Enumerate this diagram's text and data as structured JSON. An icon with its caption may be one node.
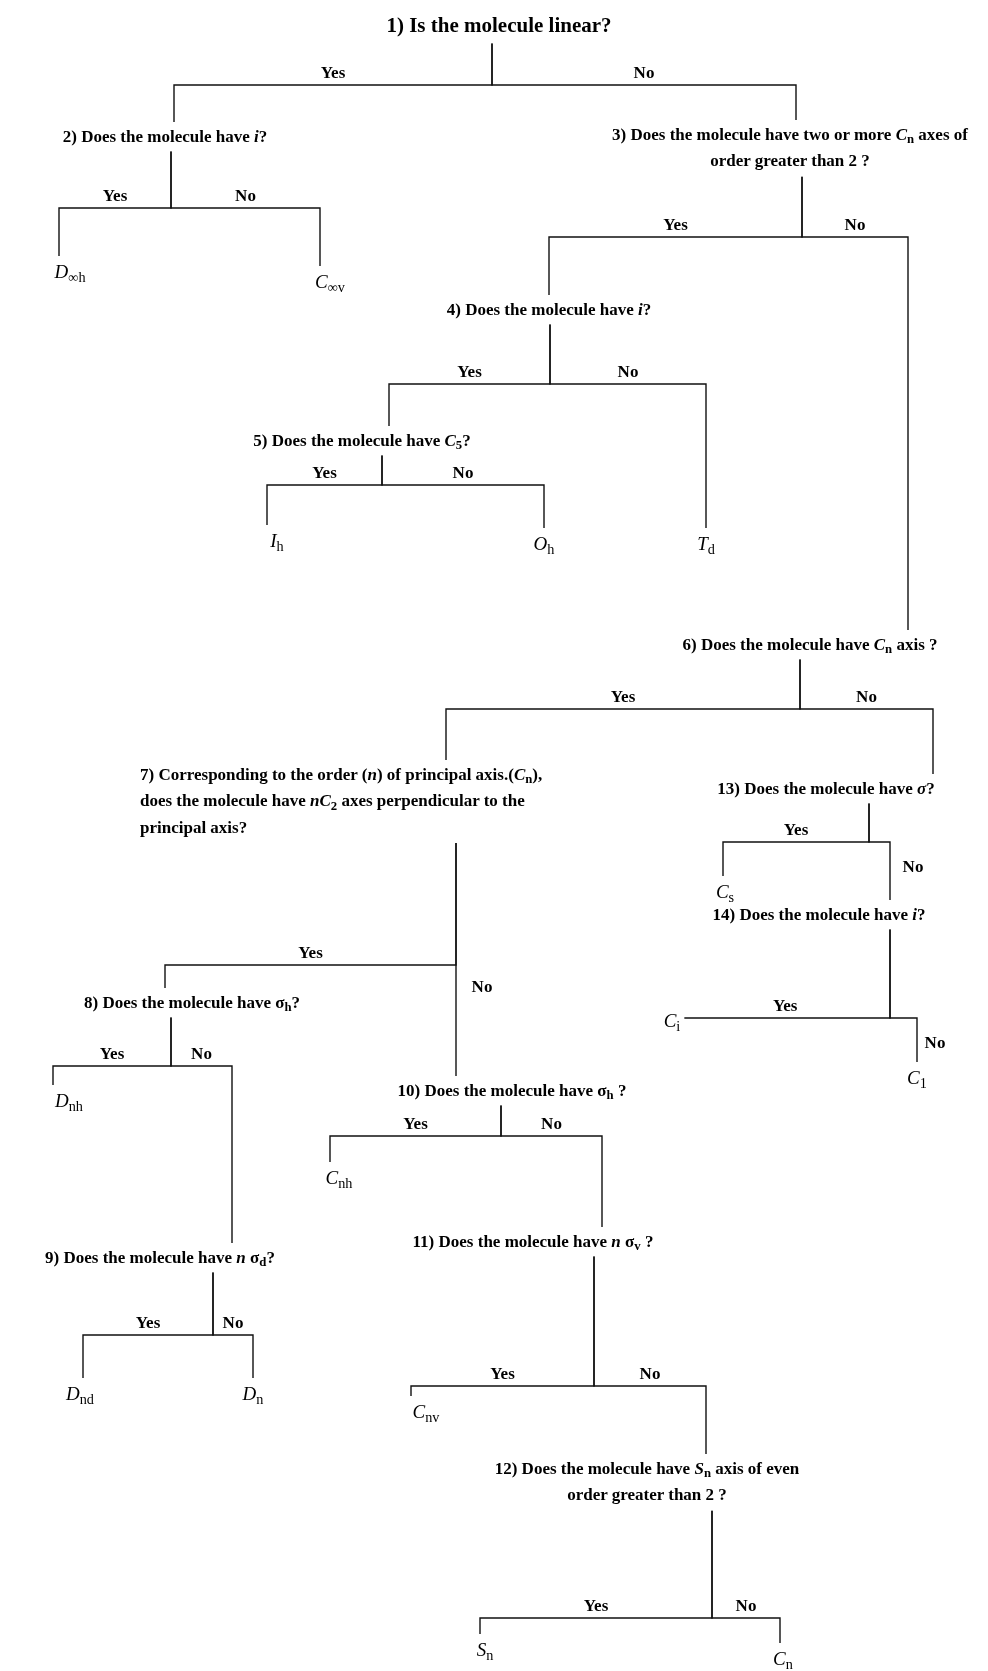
{
  "diagram": {
    "nodes": [
      {
        "text": [
          "1) Is the molecule linear?"
        ]
      },
      {
        "text": [
          "2) Does the molecule have *i*?"
        ]
      },
      {
        "text": [
          "3) Does the molecule have two or more *C*$_{n}$ axes of order greater than 2 ?"
        ]
      },
      {
        "text": [
          "*D*$_{∞h}$"
        ]
      },
      {
        "text": [
          "*C*$_{∞v}$"
        ]
      },
      {
        "text": [
          "4) Does the molecule have *i*?"
        ]
      },
      {
        "text": [
          "5) Does the molecule have *C*$_{5}$?"
        ]
      },
      {
        "text": [
          "*I*$_{h}$"
        ]
      },
      {
        "text": [
          "*O*$_{h}$"
        ]
      },
      {
        "text": [
          "*T*$_{d}$"
        ]
      },
      {
        "text": [
          "6) Does the molecule have *C*$_{n}$ axis ?"
        ]
      },
      {
        "text": [
          "7) Corresponding to the order (*n*) of principal axis.(*C*$_{n}$), does the molecule have *nC*$_{2}$ axes perpendicular to the principal axis?"
        ]
      },
      {
        "text": [
          "13) Does the molecule have *σ*?"
        ]
      },
      {
        "text": [
          "*C*$_{s}$"
        ]
      },
      {
        "text": [
          "14) Does the molecule have *i*?"
        ]
      },
      {
        "text": [
          "8) Does the molecule have σ$_{h}$?"
        ]
      },
      {
        "text": [
          "*C*$_{i}$"
        ]
      },
      {
        "text": [
          "*C*$_{1}$"
        ]
      },
      {
        "text": [
          "*D*$_{nh}$"
        ]
      },
      {
        "text": [
          "10) Does the molecule have σ$_{h}$ ?"
        ]
      },
      {
        "text": [
          "*C*$_{nh}$"
        ]
      },
      {
        "text": [
          "9) Does the molecule have *n* σ$_{d}$?"
        ]
      },
      {
        "text": [
          "11) Does the molecule have *n* σ$_{v}$ ?"
        ]
      },
      {
        "text": [
          "*D*$_{nd}$"
        ]
      },
      {
        "text": [
          "*D*$_{n}$"
        ]
      },
      {
        "text": [
          "*C*$_{nv}$"
        ]
      },
      {
        "text": [
          "12) Does the molecule have *S*$_{n}$ axis of even order greater than 2 ?"
        ]
      },
      {
        "text": [
          "*S*$_{n}$"
        ]
      },
      {
        "text": [
          "*C*$_{n}$"
        ]
      }
    ],
    "edges": [
      {
        "from": 0,
        "to": 1,
        "arrow": "none",
        "label": "Yes"
      },
      {
        "from": 0,
        "to": 2,
        "arrow": "none",
        "label": "No"
      },
      {
        "from": 1,
        "to": 3,
        "arrow": "none",
        "label": "Yes"
      },
      {
        "from": 1,
        "to": 4,
        "arrow": "none",
        "label": "No"
      },
      {
        "from": 2,
        "to": 5,
        "arrow": "none",
        "label": "Yes"
      },
      {
        "from": 2,
        "to": 10,
        "arrow": "none",
        "label": "No"
      },
      {
        "from": 5,
        "to": 6,
        "arrow": "none",
        "label": "Yes"
      },
      {
        "from": 5,
        "to": 9,
        "arrow": "none",
        "label": "No"
      },
      {
        "from": 6,
        "to": 7,
        "arrow": "none",
        "label": "Yes"
      },
      {
        "from": 6,
        "to": 8,
        "arrow": "none",
        "label": "No"
      },
      {
        "from": 10,
        "to": 11,
        "arrow": "none",
        "label": "Yes"
      },
      {
        "from": 10,
        "to": 12,
        "arrow": "none",
        "label": "No"
      },
      {
        "from": 11,
        "to": 15,
        "arrow": "none",
        "label": "Yes"
      },
      {
        "from": 11,
        "to": 19,
        "arrow": "none",
        "label": "No"
      },
      {
        "from": 12,
        "to": 13,
        "arrow": "none",
        "label": "Yes"
      },
      {
        "from": 12,
        "to": 14,
        "arrow": "none",
        "label": "No"
      },
      {
        "from": 14,
        "to": 16,
        "arrow": "none",
        "label": "Yes"
      },
      {
        "from": 14,
        "to": 17,
        "arrow": "none",
        "label": "No"
      },
      {
        "from": 15,
        "to": 18,
        "arrow": "none",
        "label": "Yes"
      },
      {
        "from": 15,
        "to": 21,
        "arrow": "none",
        "label": "No"
      },
      {
        "from": 19,
        "to": 20,
        "arrow": "none",
        "label": "Yes"
      },
      {
        "from": 19,
        "to": 22,
        "arrow": "none",
        "label": "No"
      },
      {
        "from": 21,
        "to": 23,
        "arrow": "none",
        "label": "Yes"
      },
      {
        "from": 21,
        "to": 24,
        "arrow": "none",
        "label": "No"
      },
      {
        "from": 22,
        "to": 25,
        "arrow": "none",
        "label": "Yes"
      },
      {
        "from": 22,
        "to": 26,
        "arrow": "none",
        "label": "No"
      },
      {
        "from": 26,
        "to": 27,
        "arrow": "none",
        "label": "Yes"
      },
      {
        "from": 26,
        "to": 28,
        "arrow": "none",
        "label": "No"
      }
    ]
  }
}
